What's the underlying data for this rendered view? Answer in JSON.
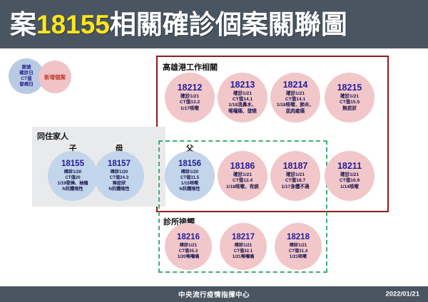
{
  "header": {
    "title_prefix": "案",
    "title_number": "18155",
    "title_suffix": "相關確診個案關聯圖"
  },
  "legend": {
    "case_circle": {
      "line1": "案號",
      "line2": "確診日",
      "line3": "CT值",
      "line4": "發病日"
    },
    "new_case_label": "新增個案"
  },
  "sections": {
    "port": {
      "label": "高雄港工作相關"
    },
    "family": {
      "label": "同住家人"
    },
    "clinic": {
      "label": "診所接觸"
    }
  },
  "roles": {
    "son": "子",
    "mother": "母",
    "father": "父"
  },
  "cases": {
    "c18212": {
      "id": "18212",
      "l1": "確診1/21",
      "l2": "CT值13.2",
      "l3": "1/17咳嗽",
      "l4": ""
    },
    "c18213": {
      "id": "18213",
      "l1": "確診1/21",
      "l2": "CT值14.1",
      "l3": "1/18流鼻水、",
      "l4": "喉嚨痛、發燒"
    },
    "c18214": {
      "id": "18214",
      "l1": "確診1/21",
      "l2": "CT值14.1",
      "l3": "1/18咳嗽、肺炎、",
      "l4": "肌肉痠痛"
    },
    "c18215": {
      "id": "18215",
      "l1": "確診1/21",
      "l2": "CT值15.5",
      "l3": "無症狀",
      "l4": ""
    },
    "c18186": {
      "id": "18186",
      "l1": "確診1/21",
      "l2": "CT值12.4",
      "l3": "1/18咳嗽、有痰",
      "l4": ""
    },
    "c18187": {
      "id": "18187",
      "l1": "確診1/21",
      "l2": "CT值18.7",
      "l3": "1/17身體不適",
      "l4": ""
    },
    "c18211": {
      "id": "18211",
      "l1": "確診1/21",
      "l2": "CT值16.9",
      "l3": "1/14咳嗽",
      "l4": ""
    },
    "c18155": {
      "id": "18155",
      "l1": "確診1/20",
      "l2": "CT值20",
      "l3": "1/19發燒、抽搐",
      "l4": "N抗體陰性"
    },
    "c18157": {
      "id": "18157",
      "l1": "確診1/20",
      "l2": "CT值24.3",
      "l3": "無症狀",
      "l4": "N抗體陰性"
    },
    "c18156": {
      "id": "18156",
      "l1": "確診1/20",
      "l2": "CT值11.5",
      "l3": "1/15咳嗽",
      "l4": "N抗體陰性"
    },
    "c18216": {
      "id": "18216",
      "l1": "確診1/21",
      "l2": "CT值35.3",
      "l3": "1/20喉嚨痛",
      "l4": ""
    },
    "c18217": {
      "id": "18217",
      "l1": "確診1/21",
      "l2": "CT值32.1",
      "l3": "1/21喉嚨痛",
      "l4": ""
    },
    "c18218": {
      "id": "18218",
      "l1": "確診1/21",
      "l2": "CT值31.4",
      "l3": "1/21咳嗽",
      "l4": ""
    }
  },
  "footer": {
    "organization": "中央流行疫情指揮中心",
    "date": "2022/01/21"
  },
  "colors": {
    "header_bg": "#4a5562",
    "title_accent": "#ffe61a",
    "new_case_pink": "#f2c7c9",
    "existing_case_blue": "#c3d5ea",
    "port_border": "#8e1b1b",
    "clinic_border": "#3fae76",
    "family_bg": "#e9eaec"
  }
}
